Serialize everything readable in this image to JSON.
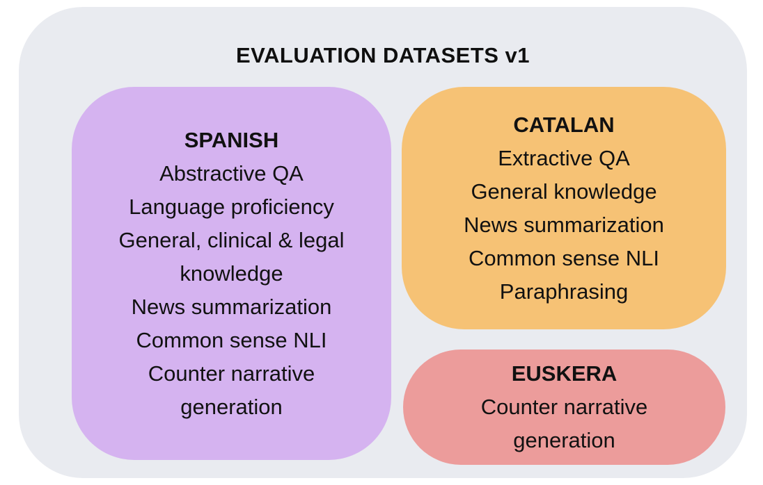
{
  "title": "EVALUATION DATASETS v1",
  "colors": {
    "canvas": "#ffffff",
    "container": "#e9ebf0",
    "spanish": "#d5b3f0",
    "catalan": "#f6c275",
    "euskera": "#ec9c9b",
    "text": "#0f0f0f"
  },
  "groups": [
    {
      "label": "SPANISH",
      "items": [
        "Abstractive QA",
        "Language proficiency",
        "General, clinical & legal knowledge",
        "News summarization",
        "Common sense NLI",
        "Counter narrative generation"
      ]
    },
    {
      "label": "CATALAN",
      "items": [
        "Extractive QA",
        "General knowledge",
        "News summarization",
        "Common sense NLI",
        "Paraphrasing"
      ]
    },
    {
      "label": "EUSKERA",
      "items": [
        "Counter narrative generation"
      ]
    }
  ]
}
